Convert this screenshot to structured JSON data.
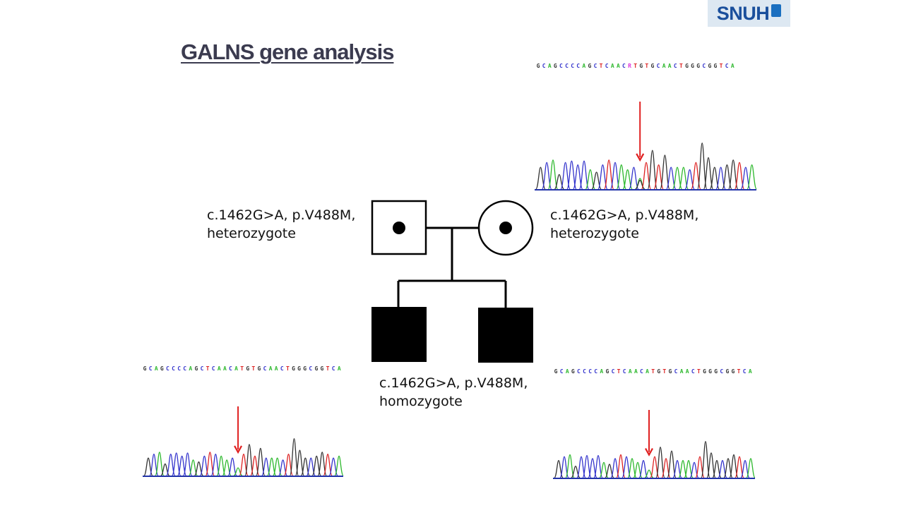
{
  "logo": {
    "text": "SNUH"
  },
  "title": "GALNS gene analysis",
  "base_colors": {
    "A": "#2db82d",
    "C": "#3333cc",
    "G": "#333333",
    "T": "#dd2222",
    "R": "#dd33dd"
  },
  "arrow_color": "#e02020",
  "pedigree": {
    "father": {
      "label_line1": "c.1462G>A, p.V488M,",
      "label_line2": "heterozygote",
      "status": "carrier"
    },
    "mother": {
      "label_line1": "c.1462G>A, p.V488M,",
      "label_line2": "heterozygote",
      "status": "carrier"
    },
    "children": {
      "label_line1": "c.1462G>A, p.V488M,",
      "label_line2": "homozygote",
      "status": "affected",
      "count": 2
    }
  },
  "chromatograms": {
    "mother": {
      "sequence": "GCAGCCCCAGCTCAACRTGTGCAACTGGGCGGTCA",
      "variant_base": "R"
    },
    "child1": {
      "sequence": "GCAGCCCCAGCTCAACATGTGCAACTGGGCGGTCA",
      "variant_base": "A"
    },
    "child2": {
      "sequence": "GCAGCCCCAGCTCAACATGTGCAACTGGGCGGTCA",
      "variant_base": "A"
    }
  }
}
